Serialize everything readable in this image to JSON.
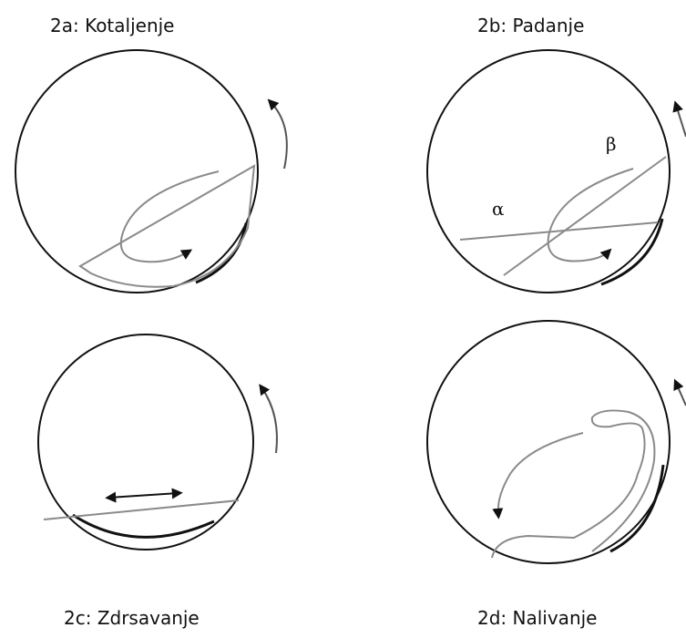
{
  "panels": {
    "a": {
      "title": "2a: Kotaljenje"
    },
    "b": {
      "title": "2b: Padanje",
      "angle_alpha": "α",
      "angle_beta": "β"
    },
    "c": {
      "title": "2c: Zdrsavanje"
    },
    "d": {
      "title": "2d: Nalivanje"
    }
  },
  "colors": {
    "outline": "#111111",
    "surface_line": "#8a8a8a",
    "arrow": "#111111"
  }
}
